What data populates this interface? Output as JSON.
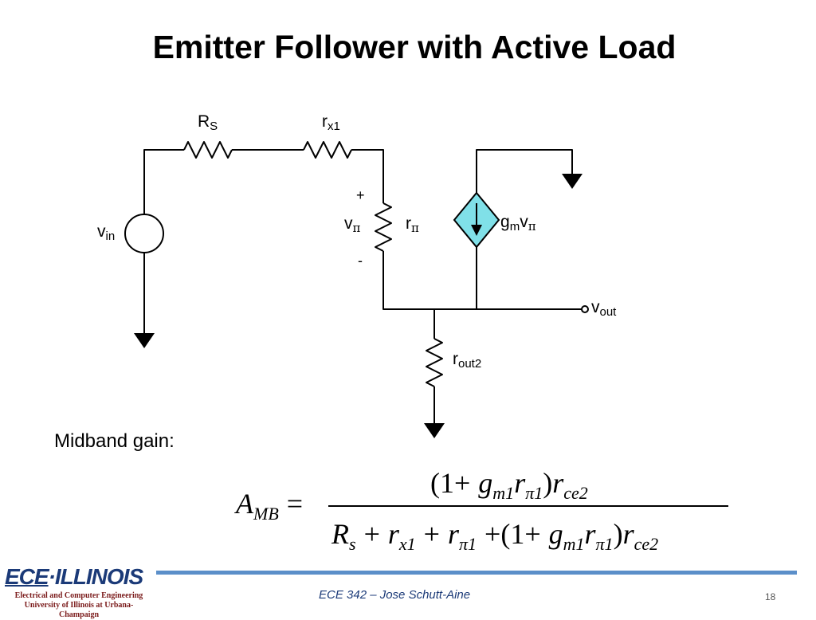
{
  "slide": {
    "title": "Emitter Follower with Active Load",
    "caption": "Midband gain:",
    "footer": "ECE 342 – Jose Schutt-Aine",
    "page_number": "18"
  },
  "circuit": {
    "rs": {
      "main": "R",
      "sub": "S"
    },
    "rx1": {
      "main": "r",
      "sub": "x1"
    },
    "vin": {
      "main": "v",
      "sub": "in"
    },
    "plus": "+",
    "minus": "-",
    "vpi": {
      "main": "v",
      "sub": "π"
    },
    "rpi": {
      "main": "r",
      "sub": "π"
    },
    "gm": {
      "main": "g",
      "sub": "m",
      "main2": "v",
      "sub2": "π"
    },
    "vout": {
      "main": "v",
      "sub": "out"
    },
    "rout2": {
      "main": "r",
      "sub": "out2"
    },
    "source_fill": "#80e0e8"
  },
  "equation": {
    "lhs": "A",
    "lhs_sub": "MB",
    "equals": "=",
    "num": {
      "open": "(1+",
      "g": "g",
      "g_sub": "m1",
      "r": "r",
      "r_sub": "π1",
      "close": ")",
      "r2": "r",
      "r2_sub": "ce2"
    },
    "den": {
      "R": "R",
      "R_sub": "s",
      "p1": "+",
      "rx": "r",
      "rx_sub": "x1",
      "p2": "+",
      "rp": "r",
      "rp_sub": "π1",
      "p3": "+",
      "open": "(1+",
      "g": "g",
      "g_sub": "m1",
      "r": "r",
      "r_sub": "π1",
      "close": ")",
      "r2": "r",
      "r2_sub": "ce2"
    }
  },
  "logo": {
    "ece": "ECE",
    "dot": "·",
    "illinois": "ILLINOIS",
    "line1": "Electrical and Computer Engineering",
    "line2": "University of Illinois at Urbana-Champaign"
  }
}
